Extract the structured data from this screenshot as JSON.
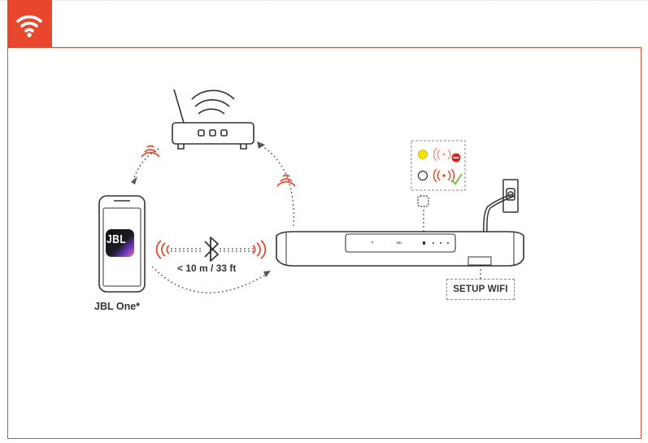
{
  "header": {
    "icon": "wifi-icon",
    "badge_color": "#e8472d"
  },
  "app": {
    "name": "JBL One*",
    "logo_text": "JBL"
  },
  "connection": {
    "bluetooth_range": "< 10 m / 33 ft",
    "bluetooth_icon": "bluetooth-icon"
  },
  "soundbar": {
    "button_label": "SETUP WIFI",
    "logo_text": "JBL"
  },
  "status_legend": [
    {
      "led": "yellow",
      "led_color": "#f2e400",
      "status": "not-connected-icon"
    },
    {
      "led": "off",
      "led_color": "#ffffff",
      "status": "connected-check-icon"
    }
  ],
  "colors": {
    "accent": "#e8472d",
    "line": "#333333",
    "check": "#7dc242"
  }
}
